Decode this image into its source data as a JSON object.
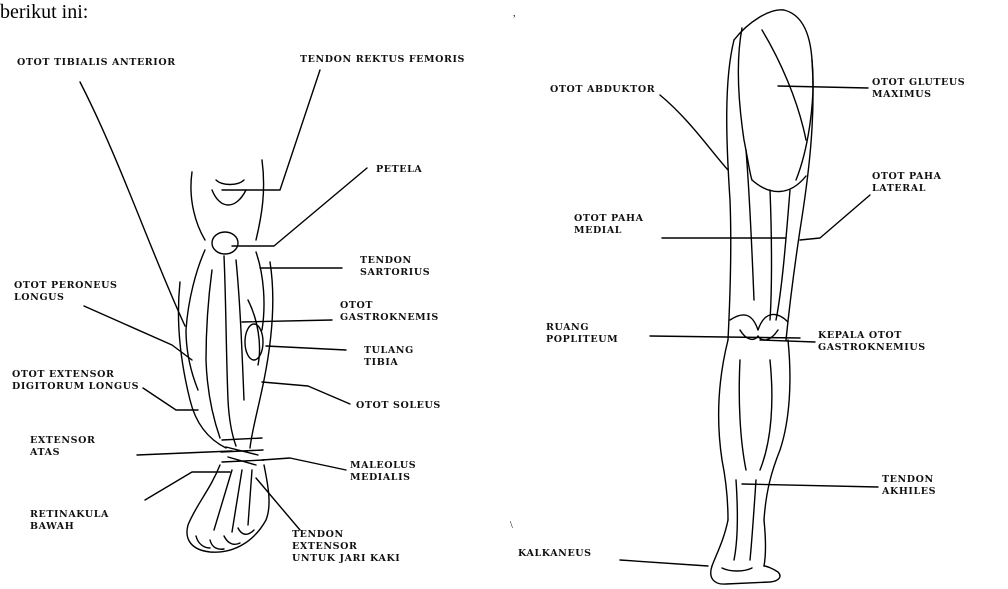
{
  "intro_text": "berikut ini:",
  "stray_marks": [
    ",",
    "\\"
  ],
  "front_view": {
    "labels": [
      "OTOT TIBIALIS ANTERIOR",
      "TENDON REKTUS FEMORIS",
      "PETELA",
      "TENDON\nSARTORIUS",
      "OTOT PERONEUS\nLONGUS",
      "OTOT\nGASTROKNEMIS",
      "TULANG\nTIBIA",
      "OTOT EXTENSOR\nDIGITORUM LONGUS",
      "OTOT SOLEUS",
      "EXTENSOR\nATAS",
      "MALEOLUS\nMEDIALIS",
      "RETINAKULA\nBAWAH",
      "TENDON\nEXTENSOR\nUNTUK JARI KAKI"
    ]
  },
  "back_view": {
    "labels": [
      "OTOT ABDUKTOR",
      "OTOT GLUTEUS\nMAXIMUS",
      "OTOT PAHA\nLATERAL",
      "OTOT PAHA\nMEDIAL",
      "RUANG\nPOPLITEUM",
      "KEPALA OTOT\nGASTROKNEMIUS",
      "TENDON\nAKHILES",
      "KALKANEUS"
    ]
  },
  "colors": {
    "line": "#000000",
    "label": "#111111",
    "background": "#ffffff"
  }
}
